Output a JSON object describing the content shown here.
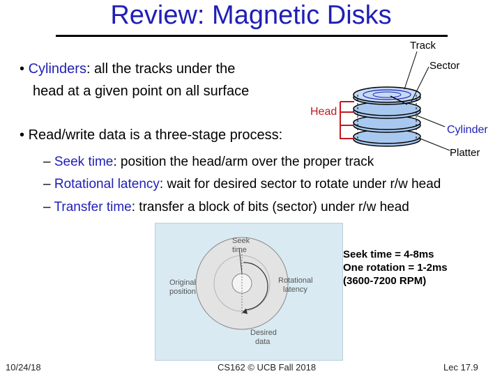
{
  "slide": {
    "title": "Review: Magnetic Disks",
    "bullet1": {
      "term": "Cylinders",
      "text_line1": ": all the tracks under the",
      "text_line2": "head at a given point on all surface"
    },
    "bullet2": {
      "text": "Read/write data is a three-stage process:"
    },
    "subbullets": [
      {
        "term": "Seek time",
        "text": ": position the head/arm over the proper track"
      },
      {
        "term": "Rotational latency",
        "text": ": wait for desired sector to rotate under r/w head"
      },
      {
        "term": "Transfer time",
        "text": ": transfer a block of bits (sector) under r/w head"
      }
    ],
    "bullet_glyph": "•",
    "dash_glyph": "–"
  },
  "disk_diagram": {
    "track_label": "Track",
    "sector_label": "Sector",
    "head_label": "Head",
    "cylinder_label": "Cylinder",
    "platter_label": "Platter"
  },
  "seek_figure": {
    "seek_label_line1": "Seek",
    "seek_label_line2": "time",
    "original_line1": "Original",
    "original_line2": "position",
    "rotational_line1": "Rotational",
    "rotational_line2": "latency",
    "desired_line1": "Desired",
    "desired_line2": "data"
  },
  "stats": {
    "line1": "Seek time = 4-8ms",
    "line2": "One rotation = 1-2ms",
    "line3": "(3600-7200 RPM)"
  },
  "footer": {
    "date": "10/24/18",
    "course": "CS162 © UCB Fall 2018",
    "lecture": "Lec 17.9"
  },
  "colors": {
    "accent_blue": "#1f1fb5",
    "head_red": "#c0181e",
    "platter_blue": "#a9c8ef"
  }
}
